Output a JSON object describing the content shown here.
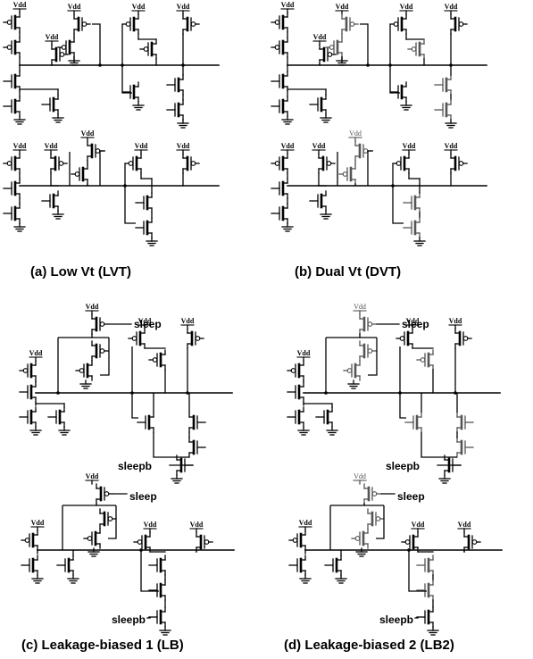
{
  "captions": {
    "a": "(a) Low Vt (LVT)",
    "b": "(b) Dual Vt (DVT)",
    "c": "(c) Leakage-biased 1 (LB)",
    "d": "(d) Leakage-biased 2 (LB2)"
  },
  "labels": {
    "vdd": "Vdd",
    "sleep": "sleep",
    "sleepb": "sleepb"
  },
  "colors": {
    "ink": "#000000",
    "high_vt": "#555555"
  }
}
